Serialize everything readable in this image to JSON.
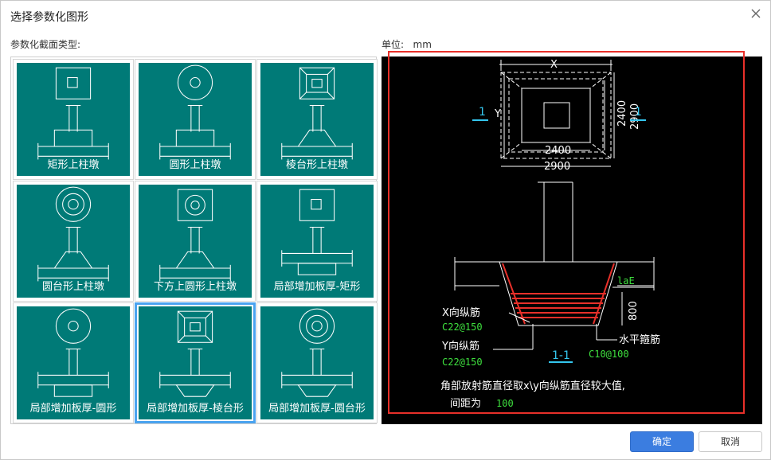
{
  "dialog": {
    "title": "选择参数化图形",
    "grid_label": "参数化截面类型:",
    "unit_label": "单位:",
    "unit_value": "mm"
  },
  "tiles": [
    {
      "label": "矩形上柱墩",
      "top": "rect",
      "base": "rect-cap"
    },
    {
      "label": "圆形上柱墩",
      "top": "circle",
      "base": "rect-cap"
    },
    {
      "label": "棱台形上柱墩",
      "top": "frustum-sq",
      "base": "trap-up"
    },
    {
      "label": "圆台形上柱墩",
      "top": "cone-circle",
      "base": "trap-up"
    },
    {
      "label": "下方上圆形上柱墩",
      "top": "sq-circle",
      "base": "trap-up"
    },
    {
      "label": "局部增加板厚-矩形",
      "top": "rect",
      "base": "rect-drop"
    },
    {
      "label": "局部增加板厚-圆形",
      "top": "circle",
      "base": "rect-drop"
    },
    {
      "label": "局部增加板厚-棱台形",
      "top": "frustum-sq",
      "base": "trap-drop"
    },
    {
      "label": "局部增加板厚-圆台形",
      "top": "cone-circle",
      "base": "trap-drop"
    }
  ],
  "selected_index": 7,
  "preview": {
    "dim_x": "X",
    "dim_y": "Y",
    "dim_inner_h": "2400",
    "dim_outer_h": "2900",
    "dim_inner_w": "2400",
    "dim_outer_w": "2900",
    "section_mark_left": "1",
    "section_mark_right": "1",
    "lae": "laE",
    "depth": "800",
    "x_bar_label": "X向纵筋",
    "x_bar_value": "C22@150",
    "y_bar_label": "Y向纵筋",
    "y_bar_value": "C22@150",
    "stirrup_label": "水平箍筋",
    "stirrup_value": "C10@100",
    "section_title": "1-1",
    "note_line1": "角部放射筋直径取x\\y向纵筋直径较大值,",
    "note_line2": "间距为",
    "note_value": "100"
  },
  "buttons": {
    "ok": "确定",
    "cancel": "取消"
  },
  "colors": {
    "tile_bg": "#007a77",
    "selected_border": "#4aa3f0",
    "frame_red": "#e8302a",
    "primary": "#3b7de0"
  }
}
